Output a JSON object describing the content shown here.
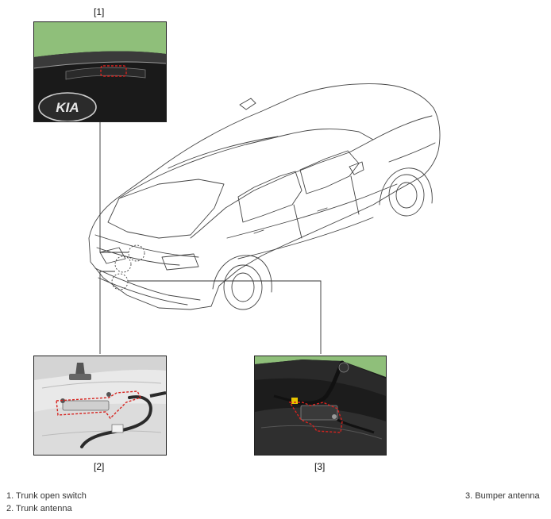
{
  "callouts": {
    "one": "[1]",
    "two": "[2]",
    "three": "[3]"
  },
  "logo_text": "KIA",
  "legend": {
    "item1": "1. Trunk open switch",
    "item2": "2. Trunk antenna",
    "item3": "3. Bumper antenna"
  },
  "colors": {
    "highlight": "#d6231f",
    "sky": "#8fbf7a"
  }
}
